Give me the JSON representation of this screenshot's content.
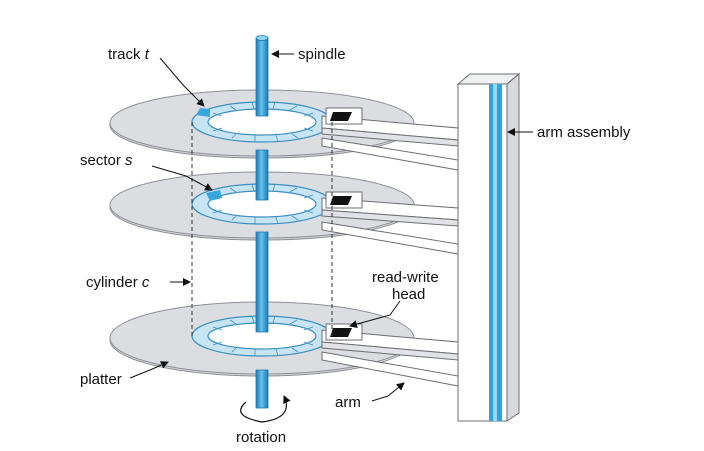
{
  "colors": {
    "platter_fill": "#d5d6da",
    "platter_stroke": "#8e9096",
    "track_fill": "#c7e4f4",
    "track_stroke": "#3d8fc0",
    "sector_fill": "#3aa6de",
    "spindle": "#35a4d8",
    "spindle_dark": "#1d78ad",
    "arm_fill": "#ffffff",
    "arm_stroke": "#6c6e72",
    "head": "#111111",
    "label": "#111111"
  },
  "labels": {
    "track": "track ",
    "track_var": "t",
    "spindle": "spindle",
    "arm_assembly": "arm assembly",
    "sector": "sector ",
    "sector_var": "s",
    "cylinder": "cylinder ",
    "cylinder_var": "c",
    "read_write_1": "read-write",
    "read_write_2": "head",
    "platter": "platter",
    "arm": "arm",
    "rotation": "rotation"
  },
  "icons": {
    "rotation": "curved-arrow-icon"
  }
}
